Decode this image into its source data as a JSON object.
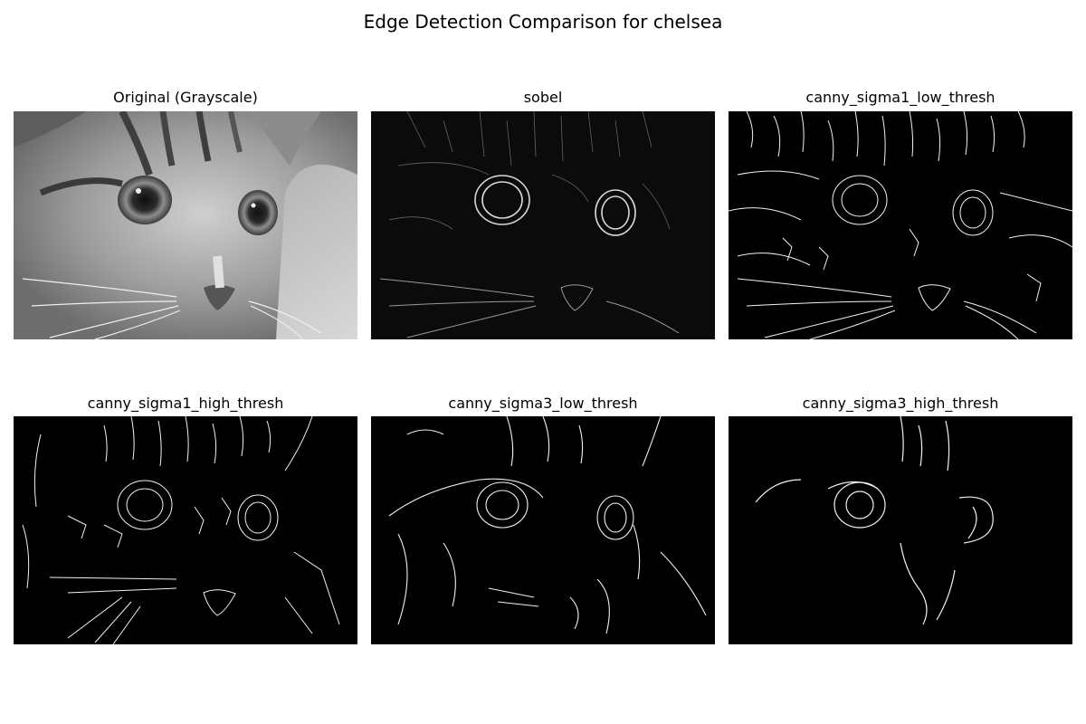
{
  "figure": {
    "title": "Edge Detection Comparison for chelsea"
  },
  "panels": [
    {
      "id": "original",
      "title": "Original (Grayscale)",
      "background": "#a7a7a7"
    },
    {
      "id": "sobel",
      "title": "sobel",
      "background": "#0b0b0b"
    },
    {
      "id": "canny_s1_low",
      "title": "canny_sigma1_low_thresh",
      "background": "#000000"
    },
    {
      "id": "canny_s1_high",
      "title": "canny_sigma1_high_thresh",
      "background": "#000000"
    },
    {
      "id": "canny_s3_low",
      "title": "canny_sigma3_low_thresh",
      "background": "#000000"
    },
    {
      "id": "canny_s3_high",
      "title": "canny_sigma3_high_thresh",
      "background": "#000000"
    }
  ]
}
